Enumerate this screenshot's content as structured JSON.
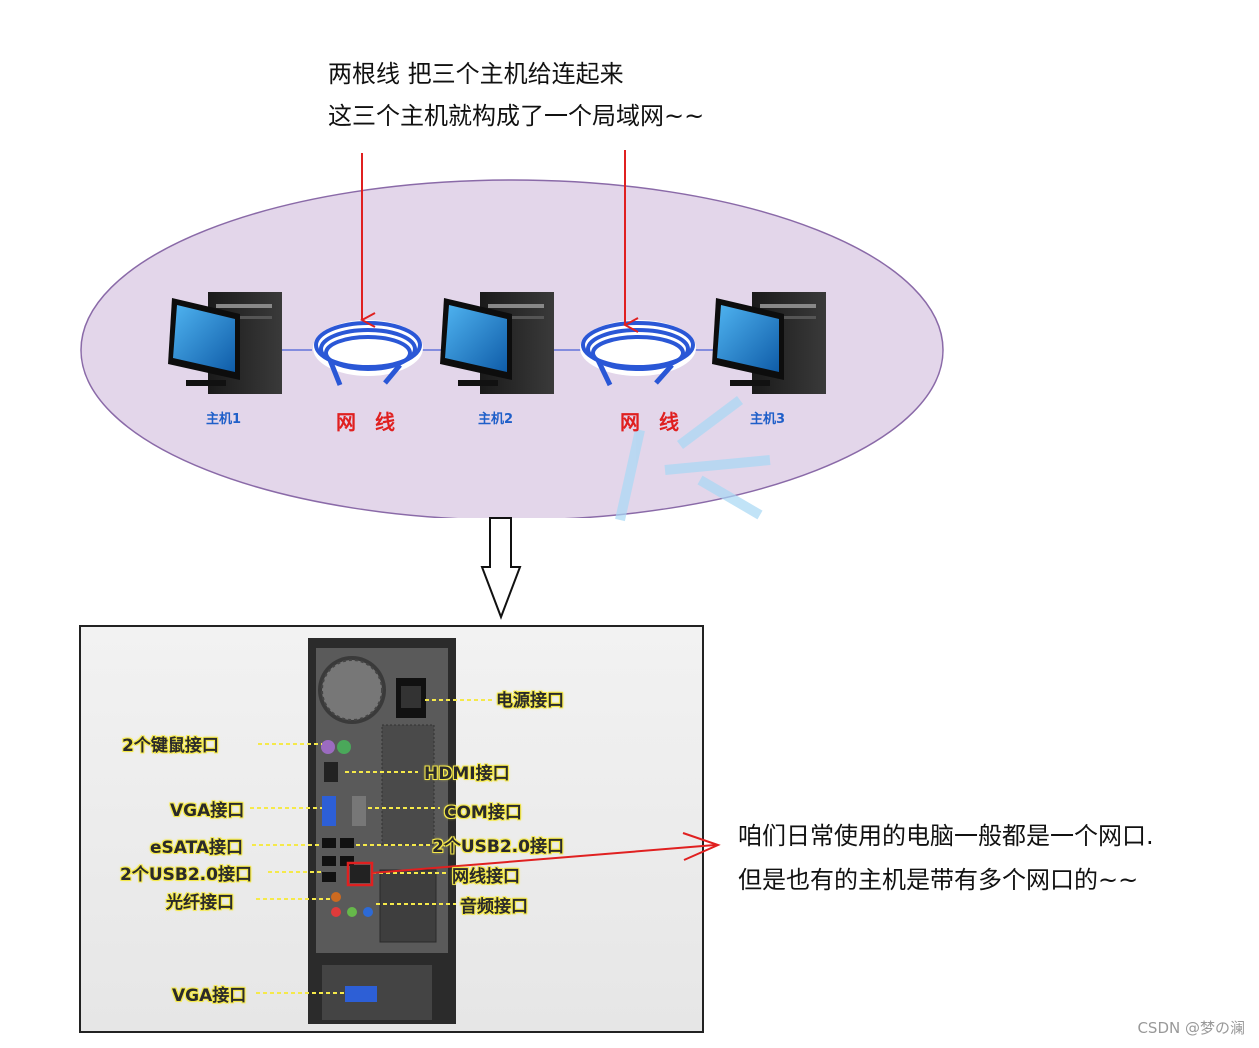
{
  "top_note": {
    "line1": "两根线 把三个主机给连起来",
    "line2": "这三个主机就构成了一个局域网~~"
  },
  "hosts": [
    {
      "label": "主机1"
    },
    {
      "label": "主机2"
    },
    {
      "label": "主机3"
    }
  ],
  "cables": [
    {
      "label": "网 线"
    },
    {
      "label": "网 线"
    }
  ],
  "ports": {
    "power": "电源接口",
    "keyboard_mouse": "2个键鼠接口",
    "hdmi": "HDMI接口",
    "vga_top": "VGA接口",
    "com": "COM接口",
    "esata": "eSATA接口",
    "usb_right": "2个USB2.0接口",
    "usb_left": "2个USB2.0接口",
    "network": "网线接口",
    "optical": "光纤接口",
    "audio": "音频接口",
    "vga_bottom": "VGA接口"
  },
  "side_note": {
    "line1": "咱们日常使用的电脑一般都是一个网口.",
    "line2": "但是也有的主机是带有多个网口的~~"
  },
  "footer": "CSDN @梦の澜",
  "colors": {
    "lan_ellipse": "#e3d6ea",
    "ellipse_stroke": "#8a6aa8",
    "arrow_red": "#e02020",
    "cable_blue": "#2a57d6",
    "host_label_blue": "#1f5fc9",
    "label_yellow": "#f5e94a"
  }
}
